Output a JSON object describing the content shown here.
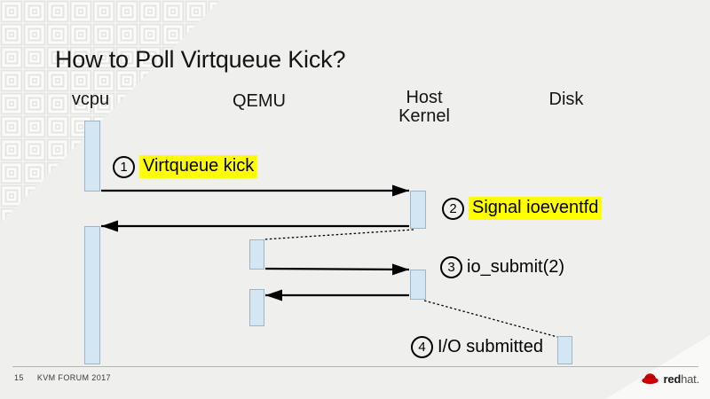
{
  "slide": {
    "title": "How to Poll Virtqueue Kick?",
    "page_number": "15",
    "footer": "KVM FORUM 2017",
    "logo": {
      "brand_bold": "red",
      "brand_rest": "hat."
    }
  },
  "diagram": {
    "lifelines": [
      {
        "id": "vcpu",
        "label": "vcpu"
      },
      {
        "id": "qemu",
        "label": "QEMU"
      },
      {
        "id": "host-kernel",
        "label": "Host Kernel"
      },
      {
        "id": "disk",
        "label": "Disk"
      }
    ],
    "steps": [
      {
        "num": "1",
        "label": "Virtqueue kick",
        "highlight": true,
        "from": "vcpu",
        "to": "host-kernel",
        "style": "solid-arrow"
      },
      {
        "num": "2",
        "label": "Signal ioeventfd",
        "highlight": true,
        "from": "host-kernel",
        "to": "vcpu",
        "style": "solid-arrow"
      },
      {
        "num": "3",
        "label": "io_submit(2)",
        "highlight": false,
        "from": "qemu",
        "to": "host-kernel",
        "style": "solid-arrow"
      },
      {
        "num": "4",
        "label": "I/O submitted",
        "highlight": false,
        "from": "host-kernel",
        "to": "disk",
        "style": "dotted-line"
      }
    ]
  },
  "colors": {
    "background": "#efefed",
    "highlight": "#ffff00",
    "activation_bar_fill": "#d3e6f4",
    "activation_bar_border": "#9fb4c4",
    "arrow": "#000000",
    "brand_red": "#cc0000"
  }
}
